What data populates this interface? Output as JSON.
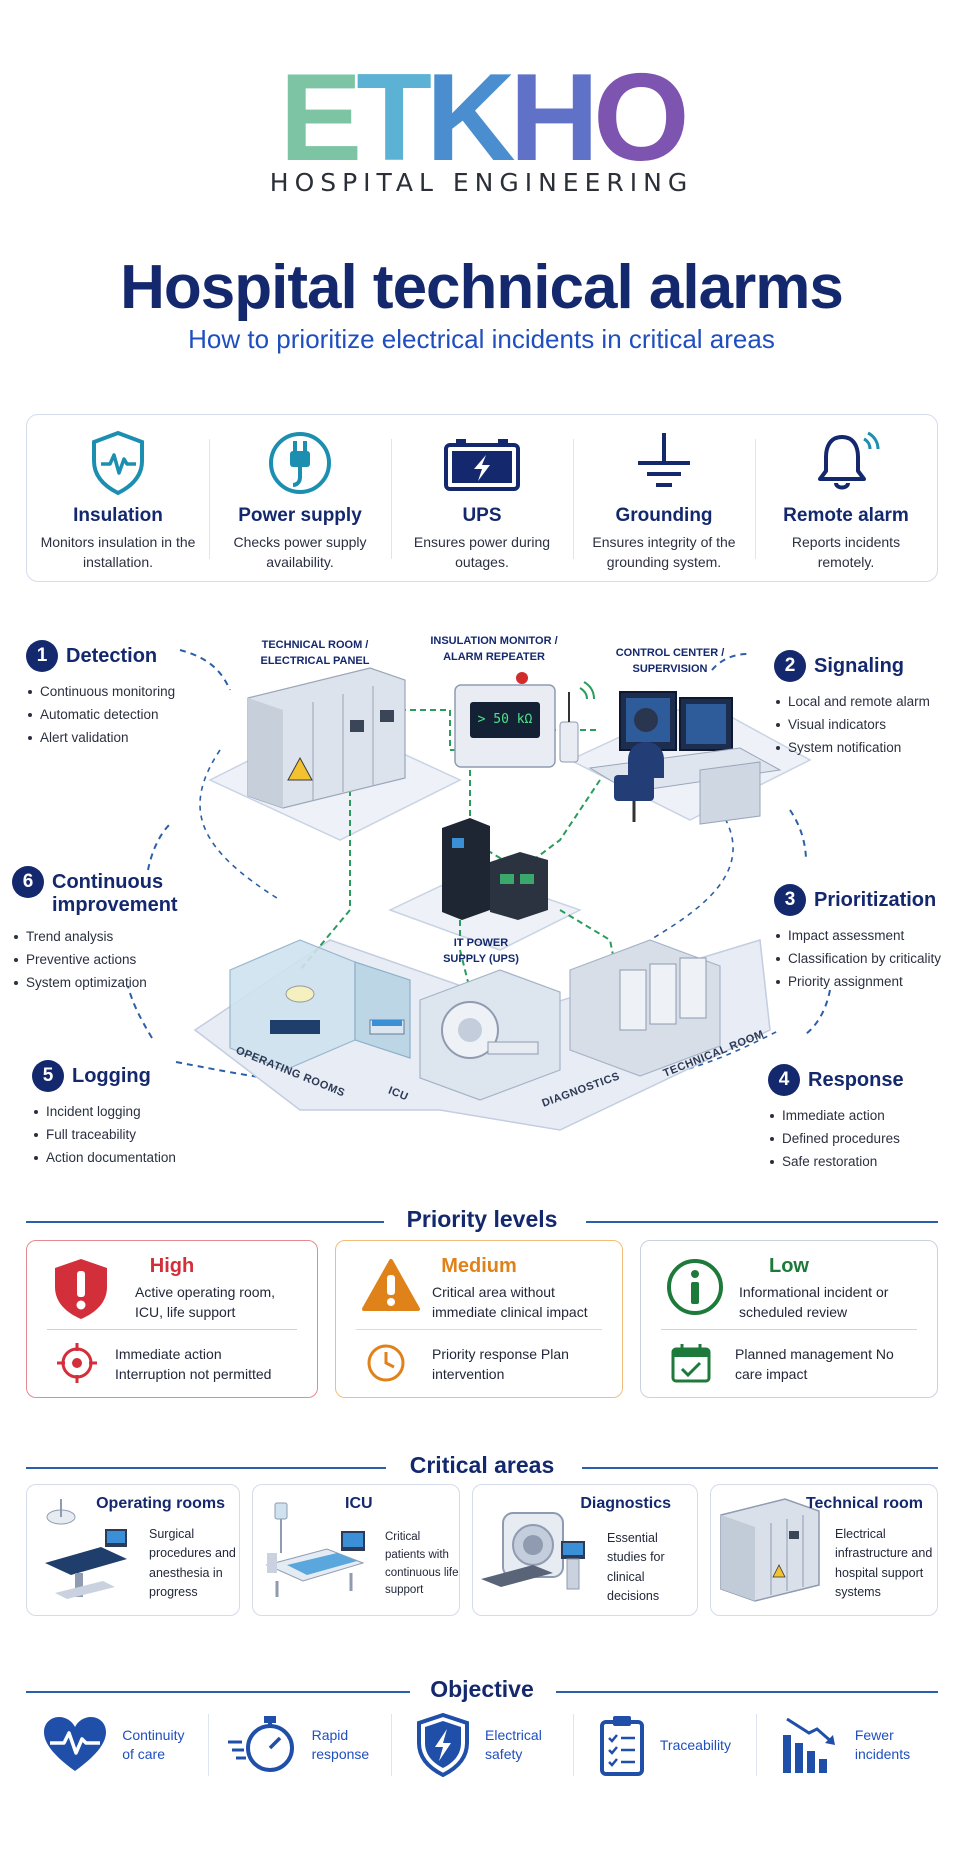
{
  "header": {
    "logo_letters": [
      "E",
      "T",
      "K",
      "H",
      "O"
    ],
    "logo_colors": [
      "#7cc4a4",
      "#5bb2d4",
      "#4a8ed0",
      "#5f72c8",
      "#7d55b0"
    ],
    "logo_sub": "HOSPITAL ENGINEERING",
    "title": "Hospital technical alarms",
    "subtitle": "How to prioritize electrical incidents in critical areas"
  },
  "features": [
    {
      "icon": "shield-pulse-icon",
      "title": "Insulation",
      "desc": "Monitors insulation in the installation."
    },
    {
      "icon": "plug-icon",
      "title": "Power supply",
      "desc": "Checks power supply availability."
    },
    {
      "icon": "battery-icon",
      "title": "UPS",
      "desc": "Ensures power during outages."
    },
    {
      "icon": "ground-icon",
      "title": "Grounding",
      "desc": "Ensures integrity of the grounding system."
    },
    {
      "icon": "bell-icon",
      "title": "Remote alarm",
      "desc": "Reports incidents remotely."
    }
  ],
  "process": {
    "steps": [
      {
        "num": "1",
        "title": "Detection",
        "items": [
          "Continuous monitoring",
          "Automatic detection",
          "Alert validation"
        ]
      },
      {
        "num": "2",
        "title": "Signaling",
        "items": [
          "Local and remote alarm",
          "Visual indicators",
          "System notification"
        ]
      },
      {
        "num": "3",
        "title": "Prioritization",
        "items": [
          "Impact assessment",
          "Classification by criticality",
          "Priority assignment"
        ]
      },
      {
        "num": "4",
        "title": "Response",
        "items": [
          "Immediate action",
          "Defined procedures",
          "Safe restoration"
        ]
      },
      {
        "num": "5",
        "title": "Logging",
        "items": [
          "Incident logging",
          "Full traceability",
          "Action documentation"
        ]
      },
      {
        "num": "6",
        "title": "Continuous improvement",
        "items": [
          "Trend analysis",
          "Preventive actions",
          "System optimization"
        ]
      }
    ],
    "locations": {
      "technical_room": "TECHNICAL ROOM / ELECTRICAL PANEL",
      "insulation_monitor": "INSULATION MONITOR / ALARM REPEATER",
      "control_center": "CONTROL CENTER / SUPERVISION",
      "ups": "IT POWER SUPPLY (UPS)"
    },
    "monitor_reading": "> 50 kΩ",
    "rooms": [
      "OPERATING ROOMS",
      "ICU",
      "DIAGNOSTICS",
      "TECHNICAL ROOM"
    ]
  },
  "priority": {
    "heading": "Priority levels",
    "levels": [
      {
        "title": "High",
        "color": "#d32f3a",
        "desc": "Active operating room, ICU, life support",
        "action": "Immediate action Interruption not permitted"
      },
      {
        "title": "Medium",
        "color": "#e0821a",
        "desc": "Critical area without immediate clinical impact",
        "action": "Priority response Plan intervention"
      },
      {
        "title": "Low",
        "color": "#1e7a3a",
        "desc": "Informational incident or scheduled review",
        "action": "Planned management No care impact"
      }
    ]
  },
  "areas": {
    "heading": "Critical areas",
    "items": [
      {
        "title": "Operating rooms",
        "desc": "Surgical procedures and anesthesia in progress"
      },
      {
        "title": "ICU",
        "desc": "Critical patients with continuous life support"
      },
      {
        "title": "Diagnostics",
        "desc": "Essential studies for clinical decisions"
      },
      {
        "title": "Technical room",
        "desc": "Electrical infrastructure and hospital support systems"
      }
    ]
  },
  "objective": {
    "heading": "Objective",
    "items": [
      {
        "icon": "heart-pulse-icon",
        "label": "Continuity of care"
      },
      {
        "icon": "stopwatch-icon",
        "label": "Rapid response"
      },
      {
        "icon": "shield-bolt-icon",
        "label": "Electrical safety"
      },
      {
        "icon": "clipboard-icon",
        "label": "Traceability"
      },
      {
        "icon": "chart-down-icon",
        "label": "Fewer incidents"
      }
    ]
  }
}
